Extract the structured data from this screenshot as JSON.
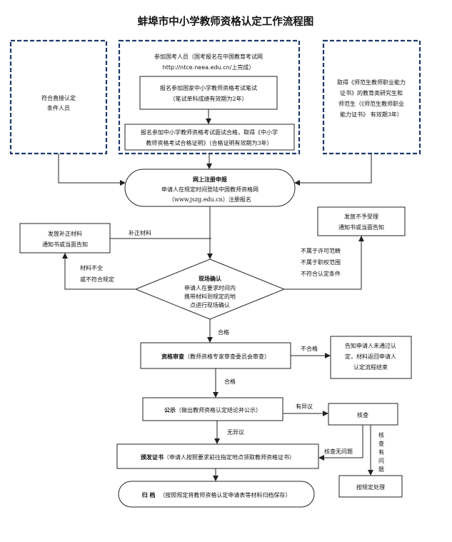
{
  "title": "蚌埠市中小学教师资格认定工作流程图",
  "box_direct": [
    "符合直接认定",
    "条件人员"
  ],
  "exam": {
    "intro1": "参加国考人员（国考报名在中国教育考试网",
    "intro2_url": "http://ntce.neea.edu.cn/",
    "intro2_tail": "上完成）",
    "written": [
      "报名参加国家中小学教师资格考试笔试",
      "（笔试单科成绩有效期为2年）"
    ],
    "interview": [
      "报名参加中小学教师资格考试面试合格，取得《中小学",
      "教师资格考试合格证明》（合格证明有效期为3年）"
    ]
  },
  "box_normal": [
    "取得《师范生教师职业能力",
    "证书》的教育类研究生和",
    "师范生（《师范生教师职业",
    "能力证书》 有效期3年）"
  ],
  "online": {
    "title": "网上注册申报",
    "line1": "申请人在规定时间登陆中国教师资格网",
    "line2": "（www.jszg.edu.cn）注册报名"
  },
  "supplement_box": [
    "发放补正材料",
    "通知书或当面告知"
  ],
  "supplement_label": "补正材料",
  "incomplete_label": [
    "材料不全",
    "或不符合规定"
  ],
  "reject_box": [
    "发放不予受理",
    "通知书或当面告知"
  ],
  "reject_label": [
    "不属于许可范畴",
    "不属于职权范围",
    "不符合认定条件"
  ],
  "confirm": {
    "title": "现场确认",
    "lines": [
      "申请人在要求时间内",
      "携带材料到规定的地",
      "点进行现场确认"
    ]
  },
  "pass1": "合格",
  "review": {
    "bold": "资格审查",
    "text": "（教师资格专家审查委员会审查）"
  },
  "fail_label": "不合格",
  "fail_box": [
    "告知申请人未通过认",
    "定，材料返回申请人",
    "认定流程结束"
  ],
  "pass2": "合格",
  "publicity": {
    "bold": "公示",
    "text": "（做出教师资格认定结论并公示）"
  },
  "objection_label": "有异议",
  "verify_box": "核查",
  "no_objection": "无异议",
  "issue": {
    "bold": "颁发证书",
    "text": "（申请人按照要求前往指定地点领取教师资格证书）"
  },
  "verify_ok": "核查无问题",
  "verify_problem": [
    "核",
    "查",
    "有",
    "问",
    "题"
  ],
  "handle_box": "按规定处理",
  "archive": {
    "bold": "归  档",
    "text": "（按照规定将教师资格认定申请表等材料归档保存）"
  }
}
